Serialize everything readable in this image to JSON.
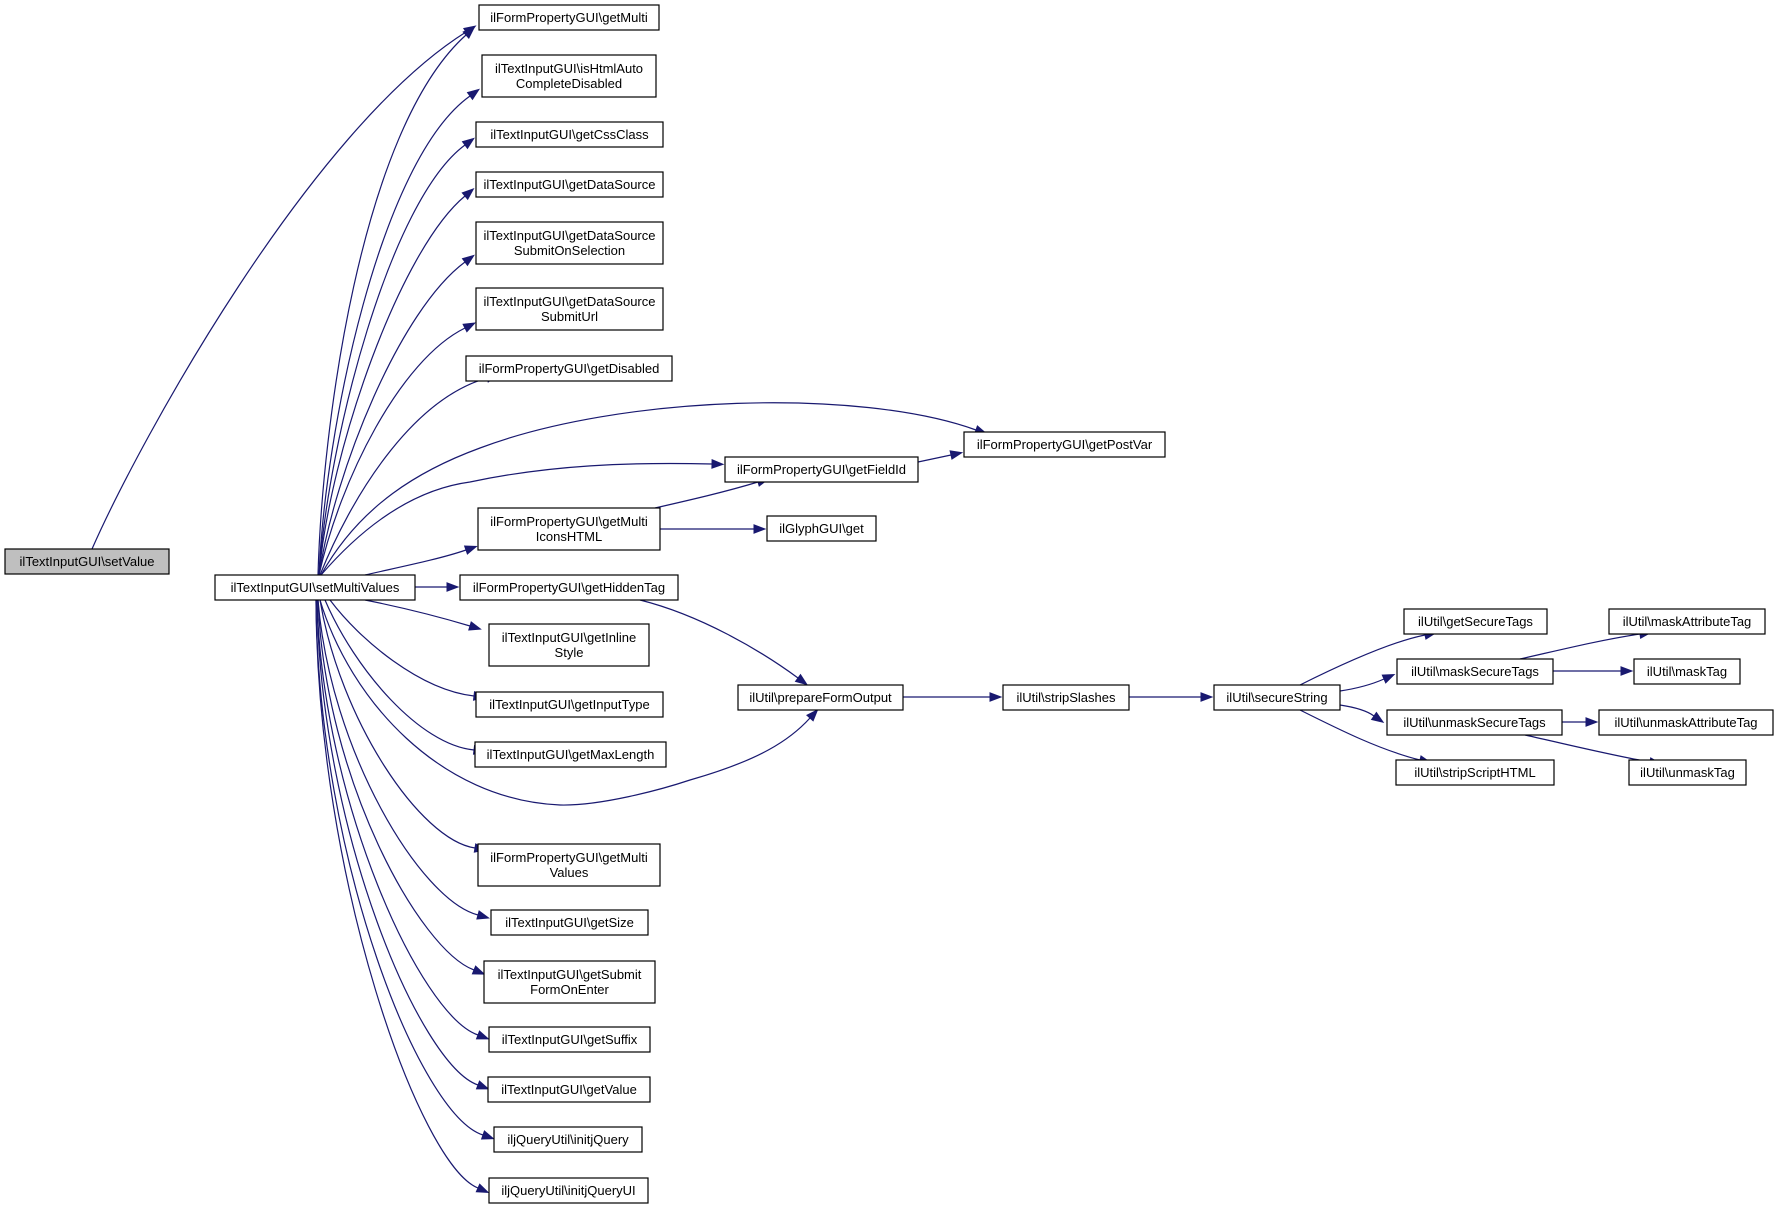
{
  "graph": {
    "nodes": [
      {
        "id": "setValue",
        "lines": [
          "ilTextInputGUI\\setValue"
        ]
      },
      {
        "id": "setMultiValues",
        "lines": [
          "ilTextInputGUI\\setMultiValues"
        ]
      },
      {
        "id": "getMulti",
        "lines": [
          "ilFormPropertyGUI\\getMulti"
        ]
      },
      {
        "id": "isHtmlAuto",
        "lines": [
          "ilTextInputGUI\\isHtmlAuto",
          "CompleteDisabled"
        ]
      },
      {
        "id": "getCssClass",
        "lines": [
          "ilTextInputGUI\\getCssClass"
        ]
      },
      {
        "id": "getDataSource",
        "lines": [
          "ilTextInputGUI\\getDataSource"
        ]
      },
      {
        "id": "getDataSourceSubmitOnSelection",
        "lines": [
          "ilTextInputGUI\\getDataSource",
          "SubmitOnSelection"
        ]
      },
      {
        "id": "getDataSourceSubmitUrl",
        "lines": [
          "ilTextInputGUI\\getDataSource",
          "SubmitUrl"
        ]
      },
      {
        "id": "getDisabled",
        "lines": [
          "ilFormPropertyGUI\\getDisabled"
        ]
      },
      {
        "id": "getPostVar",
        "lines": [
          "ilFormPropertyGUI\\getPostVar"
        ]
      },
      {
        "id": "getFieldId",
        "lines": [
          "ilFormPropertyGUI\\getFieldId"
        ]
      },
      {
        "id": "getMultiIconsHTML",
        "lines": [
          "ilFormPropertyGUI\\getMulti",
          "IconsHTML"
        ]
      },
      {
        "id": "glyphGet",
        "lines": [
          "ilGlyphGUI\\get"
        ]
      },
      {
        "id": "getHiddenTag",
        "lines": [
          "ilFormPropertyGUI\\getHiddenTag"
        ]
      },
      {
        "id": "getInlineStyle",
        "lines": [
          "ilTextInputGUI\\getInline",
          "Style"
        ]
      },
      {
        "id": "getInputType",
        "lines": [
          "ilTextInputGUI\\getInputType"
        ]
      },
      {
        "id": "getMaxLength",
        "lines": [
          "ilTextInputGUI\\getMaxLength"
        ]
      },
      {
        "id": "prepareFormOutput",
        "lines": [
          "ilUtil\\prepareFormOutput"
        ]
      },
      {
        "id": "stripSlashes",
        "lines": [
          "ilUtil\\stripSlashes"
        ]
      },
      {
        "id": "secureString",
        "lines": [
          "ilUtil\\secureString"
        ]
      },
      {
        "id": "getSecureTags",
        "lines": [
          "ilUtil\\getSecureTags"
        ]
      },
      {
        "id": "maskSecureTags",
        "lines": [
          "ilUtil\\maskSecureTags"
        ]
      },
      {
        "id": "unmaskSecureTags",
        "lines": [
          "ilUtil\\unmaskSecureTags"
        ]
      },
      {
        "id": "stripScriptHTML",
        "lines": [
          "ilUtil\\stripScriptHTML"
        ]
      },
      {
        "id": "maskAttributeTag",
        "lines": [
          "ilUtil\\maskAttributeTag"
        ]
      },
      {
        "id": "maskTag",
        "lines": [
          "ilUtil\\maskTag"
        ]
      },
      {
        "id": "unmaskAttributeTag",
        "lines": [
          "ilUtil\\unmaskAttributeTag"
        ]
      },
      {
        "id": "unmaskTag",
        "lines": [
          "ilUtil\\unmaskTag"
        ]
      },
      {
        "id": "getMultiValues",
        "lines": [
          "ilFormPropertyGUI\\getMulti",
          "Values"
        ]
      },
      {
        "id": "getSize",
        "lines": [
          "ilTextInputGUI\\getSize"
        ]
      },
      {
        "id": "getSubmitFormOnEnter",
        "lines": [
          "ilTextInputGUI\\getSubmit",
          "FormOnEnter"
        ]
      },
      {
        "id": "getSuffix",
        "lines": [
          "ilTextInputGUI\\getSuffix"
        ]
      },
      {
        "id": "getValue",
        "lines": [
          "ilTextInputGUI\\getValue"
        ]
      },
      {
        "id": "initjQuery",
        "lines": [
          "iljQueryUtil\\initjQuery"
        ]
      },
      {
        "id": "initjQueryUI",
        "lines": [
          "iljQueryUtil\\initjQueryUI"
        ]
      }
    ],
    "edges": [
      {
        "from": "setValue",
        "to": "getMulti"
      },
      {
        "from": "setValue",
        "to": "setMultiValues"
      },
      {
        "from": "setMultiValues",
        "to": "getMulti"
      },
      {
        "from": "setMultiValues",
        "to": "isHtmlAuto"
      },
      {
        "from": "setMultiValues",
        "to": "getCssClass"
      },
      {
        "from": "setMultiValues",
        "to": "getDataSource"
      },
      {
        "from": "setMultiValues",
        "to": "getDataSourceSubmitOnSelection"
      },
      {
        "from": "setMultiValues",
        "to": "getDataSourceSubmitUrl"
      },
      {
        "from": "setMultiValues",
        "to": "getDisabled"
      },
      {
        "from": "setMultiValues",
        "to": "getPostVar"
      },
      {
        "from": "setMultiValues",
        "to": "getFieldId"
      },
      {
        "from": "setMultiValues",
        "to": "getMultiIconsHTML"
      },
      {
        "from": "setMultiValues",
        "to": "getHiddenTag"
      },
      {
        "from": "setMultiValues",
        "to": "getInlineStyle"
      },
      {
        "from": "setMultiValues",
        "to": "getInputType"
      },
      {
        "from": "setMultiValues",
        "to": "getMaxLength"
      },
      {
        "from": "setMultiValues",
        "to": "prepareFormOutput"
      },
      {
        "from": "setMultiValues",
        "to": "getMultiValues"
      },
      {
        "from": "setMultiValues",
        "to": "getSize"
      },
      {
        "from": "setMultiValues",
        "to": "getSubmitFormOnEnter"
      },
      {
        "from": "setMultiValues",
        "to": "getSuffix"
      },
      {
        "from": "setMultiValues",
        "to": "getValue"
      },
      {
        "from": "setMultiValues",
        "to": "initjQuery"
      },
      {
        "from": "setMultiValues",
        "to": "initjQueryUI"
      },
      {
        "from": "getFieldId",
        "to": "getPostVar"
      },
      {
        "from": "getMultiIconsHTML",
        "to": "getFieldId"
      },
      {
        "from": "getMultiIconsHTML",
        "to": "glyphGet"
      },
      {
        "from": "getHiddenTag",
        "to": "prepareFormOutput"
      },
      {
        "from": "prepareFormOutput",
        "to": "stripSlashes"
      },
      {
        "from": "stripSlashes",
        "to": "secureString"
      },
      {
        "from": "secureString",
        "to": "getSecureTags"
      },
      {
        "from": "secureString",
        "to": "maskSecureTags"
      },
      {
        "from": "secureString",
        "to": "unmaskSecureTags"
      },
      {
        "from": "secureString",
        "to": "stripScriptHTML"
      },
      {
        "from": "maskSecureTags",
        "to": "maskAttributeTag"
      },
      {
        "from": "maskSecureTags",
        "to": "maskTag"
      },
      {
        "from": "unmaskSecureTags",
        "to": "unmaskAttributeTag"
      },
      {
        "from": "unmaskSecureTags",
        "to": "unmaskTag"
      }
    ],
    "colors": {
      "edge": "#191970",
      "root_fill": "#bfbfbf",
      "node_fill": "#ffffff",
      "node_stroke": "#000000"
    }
  }
}
